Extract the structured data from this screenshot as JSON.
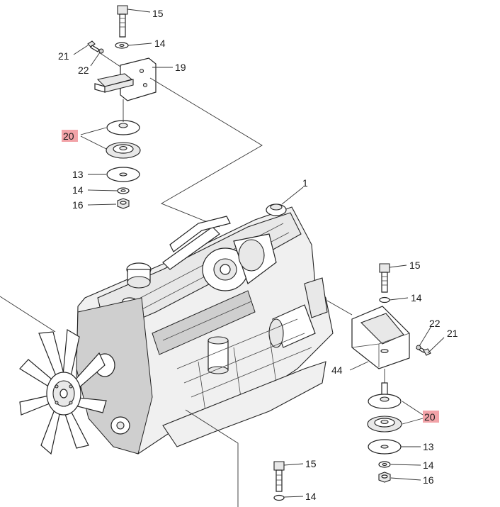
{
  "callouts": {
    "c15_top": "15",
    "c14_top": "14",
    "c21_left": "21",
    "c22_left": "22",
    "c19": "19",
    "c20_left": "20",
    "c13_left": "13",
    "c14_left": "14",
    "c16_left": "16",
    "c1": "1",
    "c15_right": "15",
    "c14_right": "14",
    "c22_right": "22",
    "c21_right": "21",
    "c44": "44",
    "c20_right": "20",
    "c13_right": "13",
    "c14_right_low": "14",
    "c16_right": "16",
    "c15_bottom": "15",
    "c14_bottom": "14"
  },
  "colors": {
    "highlight": "#f2a3a8",
    "line": "#222222",
    "background": "#ffffff"
  }
}
